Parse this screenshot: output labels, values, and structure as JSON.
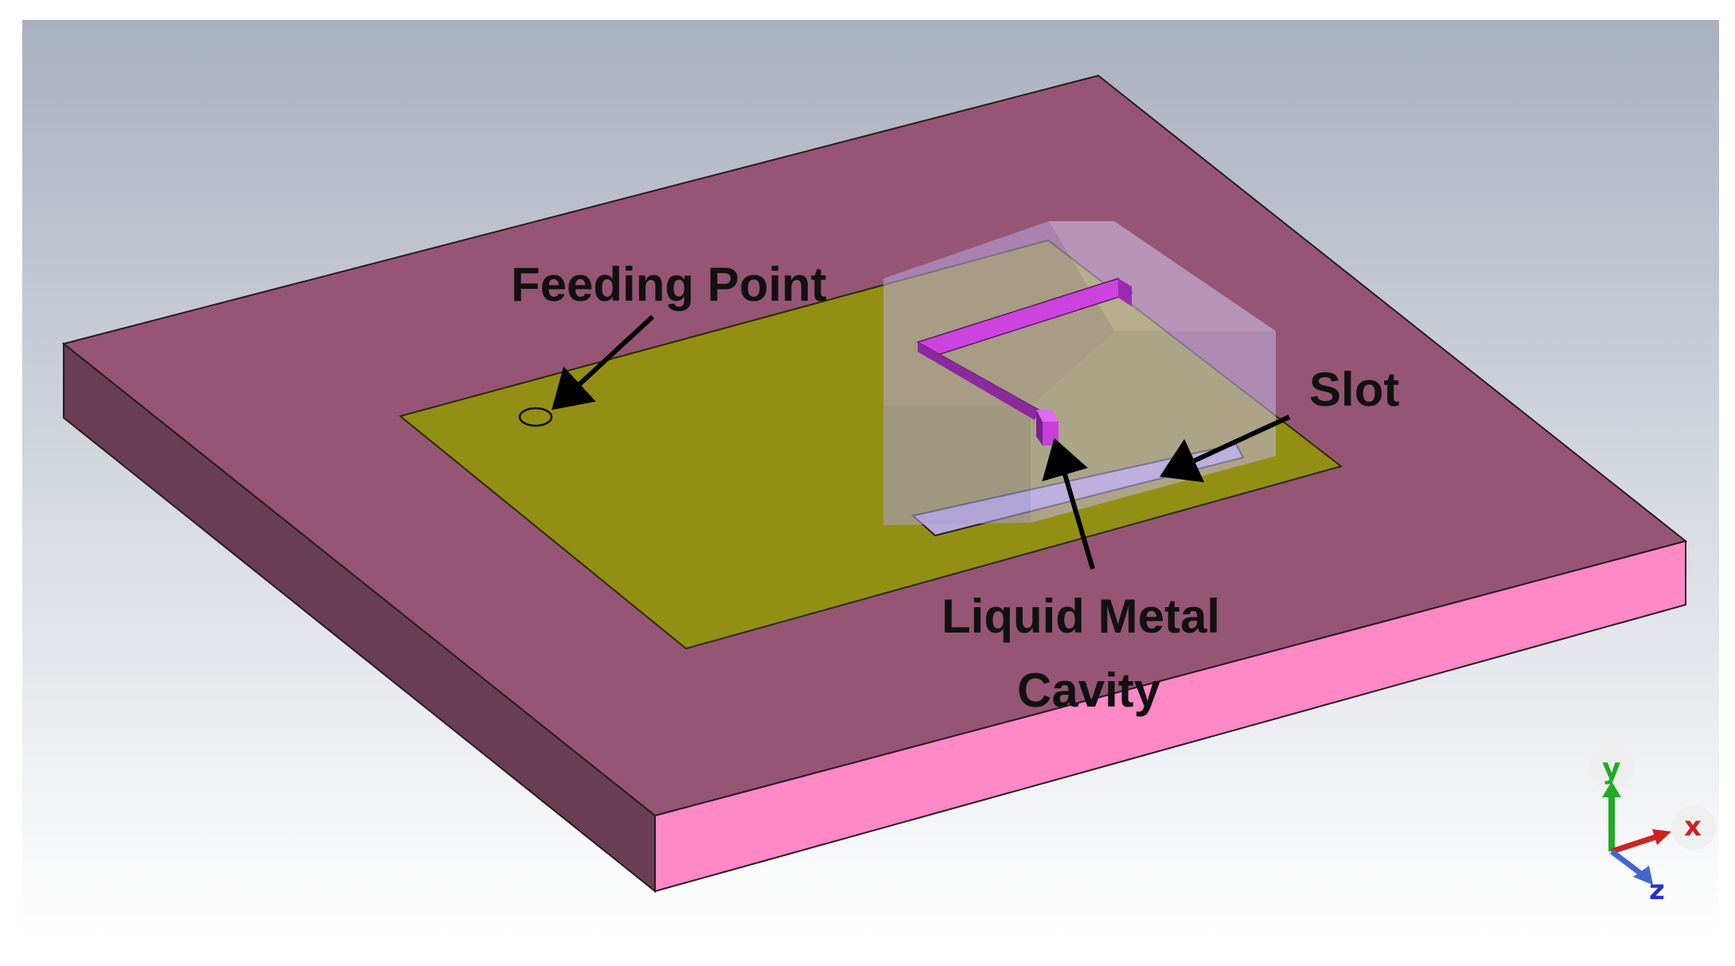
{
  "annotations": {
    "feeding_point": "Feeding Point",
    "slot": "Slot",
    "liquid_metal_line1": "Liquid Metal",
    "liquid_metal_line2": "Cavity"
  },
  "axes": {
    "x": "x",
    "y": "y",
    "z": "z"
  },
  "colors": {
    "background_top": "#a9b0be",
    "background_bottom": "#ffffff",
    "substrate_top": "#965575",
    "substrate_left": "#6a3e53",
    "substrate_front": "#ff88c6",
    "patch": "#938f14",
    "cavity": "#b9a8e0",
    "liquid_metal": "#cc44dd",
    "arrow": "#000000",
    "axis_x": "#cc2222",
    "axis_y": "#22aa22",
    "axis_z": "#2233cc"
  }
}
